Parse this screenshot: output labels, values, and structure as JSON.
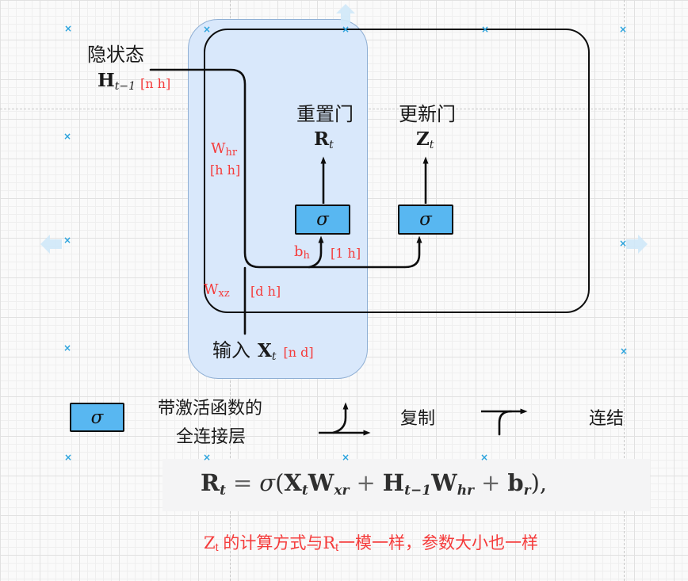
{
  "colors": {
    "sigma_box_fill": "#58b7f1",
    "panel_fill": "#d9e8fb",
    "panel_border": "#8fafd4",
    "edge_black": "#0e0e0e",
    "red_label": "#f53b3b",
    "nav_arrow_blue": "#cfe8f8",
    "cross_blue": "#2ba3dd",
    "formula_bg": "#f4f4f5"
  },
  "icons": {
    "cross": "×"
  },
  "diagram": {
    "sigma": "σ",
    "hidden_state": {
      "label": "隐状态",
      "var": "H",
      "sub": "t−1",
      "dim": "[n h]"
    },
    "input": {
      "label": "输入",
      "var": "X",
      "sub": "t",
      "dim": "[n d]"
    },
    "reset_gate": {
      "label": "重置门",
      "var": "R",
      "sub": "t"
    },
    "update_gate": {
      "label": "更新门",
      "var": "Z",
      "sub": "t"
    },
    "weights": {
      "whr": {
        "base": "W",
        "sub": "hr",
        "dim": "[h h]"
      },
      "bh": {
        "base": "b",
        "sub": "h",
        "dim": "[1 h]"
      },
      "wxz": {
        "base": "W",
        "sub": "xz",
        "dim": "[d h]"
      }
    }
  },
  "legend": {
    "sigma": "σ",
    "fc_line1": "带激活函数的",
    "fc_line2": "全连接层",
    "copy": "复制",
    "concat": "连结"
  },
  "formula": {
    "tokens": {
      "r": "R",
      "t1": "t",
      "eq": "=",
      "sigma": "σ",
      "open": "(",
      "x": "X",
      "t2": "t",
      "w1": "W",
      "xr": "xr",
      "plus1": "+",
      "h": "H",
      "tm1": "t−1",
      "w2": "W",
      "hr": "hr",
      "plus2": "+",
      "b": "b",
      "r2": "r",
      "close": "),"
    }
  },
  "caption": {
    "z": "Z",
    "zsub": "t",
    "mid": " 的计算方式与",
    "r": "R",
    "rsub": "t",
    "tail": "一模一样，参数大小也一样"
  }
}
